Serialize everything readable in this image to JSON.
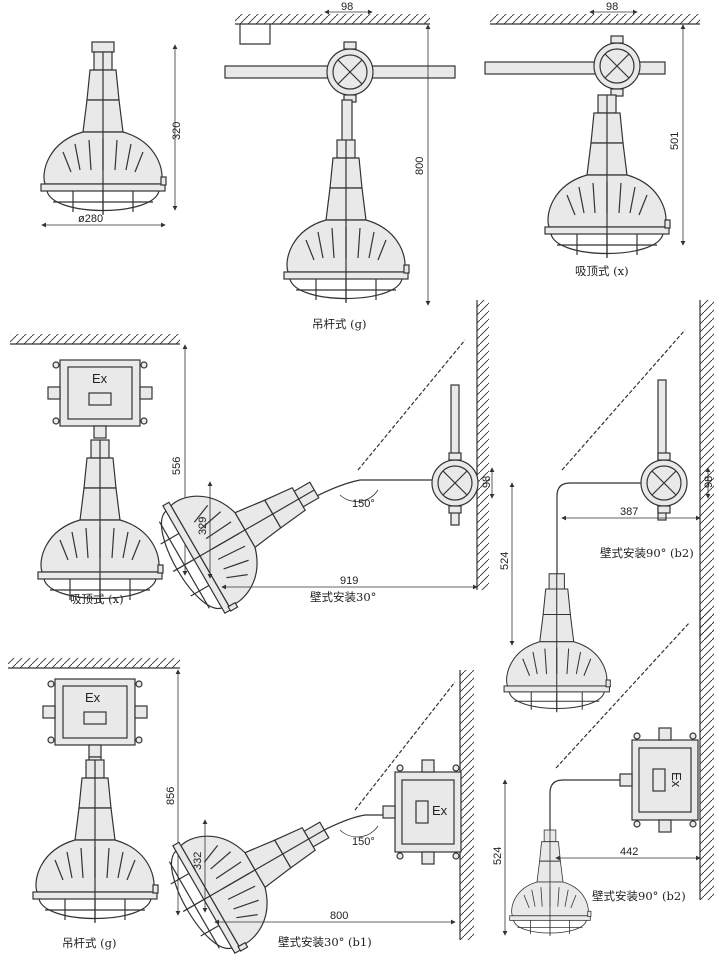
{
  "figures": [
    {
      "id": "fig1",
      "dims": {
        "height": "320",
        "diameter": "ø280"
      }
    },
    {
      "id": "fig2",
      "dims": {
        "box": "98",
        "height": "800"
      },
      "caption": "吊杆式 (g)"
    },
    {
      "id": "fig3",
      "dims": {
        "box": "98",
        "height": "501"
      },
      "caption": "吸顶式 (x)"
    },
    {
      "id": "fig4",
      "box_label": "Ex",
      "dims": {
        "height": "556"
      },
      "caption": "吸顶式 (x)"
    },
    {
      "id": "fig5",
      "dims": {
        "drop": "329",
        "angle": "150°",
        "reach": "919",
        "box": "98"
      },
      "caption": "壁式安装30°"
    },
    {
      "id": "fig6",
      "dims": {
        "reach": "387",
        "box": "98",
        "height": "524"
      },
      "caption": "壁式安装90° (b2)"
    },
    {
      "id": "fig7",
      "box_label": "Ex",
      "dims": {
        "height": "856"
      },
      "caption": "吊杆式 (g)"
    },
    {
      "id": "fig8",
      "box_label": "Ex",
      "dims": {
        "drop": "332",
        "angle": "150°",
        "reach": "800"
      },
      "caption": "壁式安装30° (b1)"
    },
    {
      "id": "fig9",
      "box_label": "Ex",
      "dims": {
        "reach": "442",
        "height": "524"
      },
      "caption": "壁式安装90° (b2)"
    }
  ]
}
